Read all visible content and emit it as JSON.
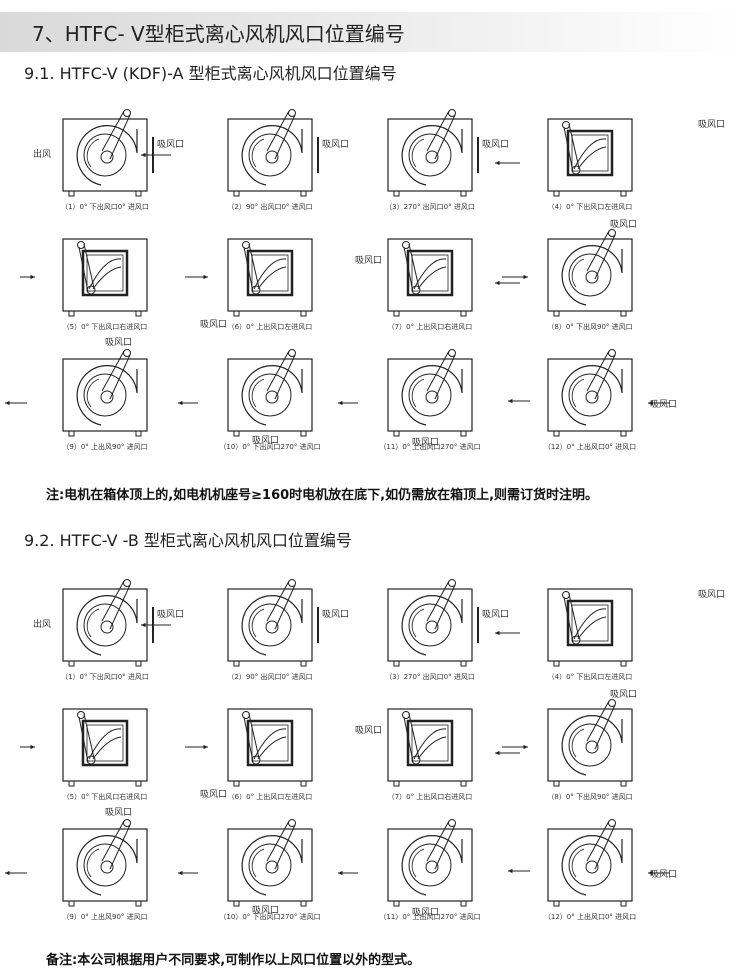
{
  "header": {
    "title": "7、HTFC- Ⅴ型柜式离心风机风口位置编号"
  },
  "sectionA": {
    "title": "9.1. HTFC-V (KDF)-A 型柜式离心风机风口位置编号",
    "note": "注:电机在箱体顶上的,如电机机座号≥160时电机放在底下,如仍需放在箱顶上,则需订货时注明。",
    "captions": [
      "（1）0° 下出风口0° 进风口",
      "（2）90° 出风口0° 进风口",
      "（3）270° 出风口0° 进风口",
      "（4）0° 下出风口左进风口",
      "（5）0° 下出风口右进风口",
      "（6）0° 上出风口左进风口",
      "（7）0° 上出风口右进风口",
      "（8）0° 下出风90° 进风口",
      "（9）0° 上出风90° 进风口",
      "（10）0° 下出风口270° 进风口",
      "（11）0° 上出风口270° 进风口",
      "（12）0° 上出风口0° 进风口"
    ]
  },
  "sectionB": {
    "title": "9.2. HTFC-V -B 型柜式离心风机风口位置编号",
    "note": "备注:本公司根据用户不同要求,可制作以上风口位置以外的型式。",
    "captions": [
      "（1）0° 下出风口0° 进风口",
      "（2）90° 出风口0° 进风口",
      "（3）270° 出风口0° 进风口",
      "（4）0° 下出风口左进风口",
      "（5）0° 下出风口右进风口",
      "（6）0° 上出风口左进风口",
      "（7）0° 上出风口右进风口",
      "（8）0° 下出风90° 进风口",
      "（9）0° 上出风90° 进风口",
      "（10）0° 下出风口270° 进风口",
      "（11）0° 上出风口270° 进风口",
      "（12）0° 上出风口0° 进风口"
    ]
  },
  "labels": {
    "inlet": "吸风口",
    "outlet": "出风"
  }
}
